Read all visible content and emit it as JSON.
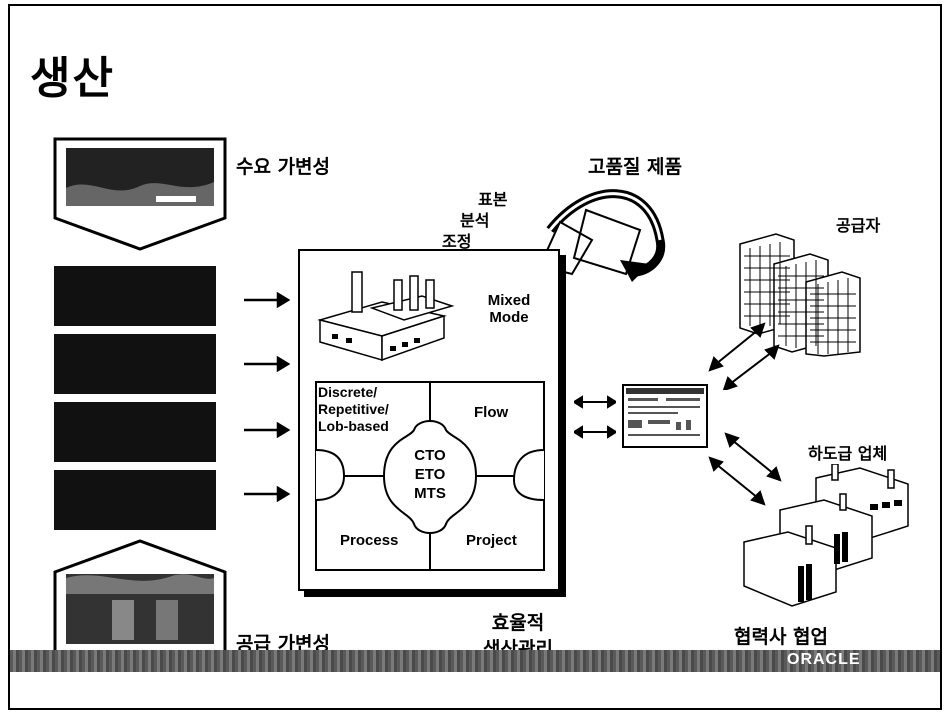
{
  "title": "생산",
  "labels": {
    "demand_variability": "수요 가변성",
    "supply_variability": "공급 가변성",
    "high_quality_product": "고품질 제품",
    "standard": "표본",
    "analysis": "분석",
    "adjust": "조정",
    "supplier": "공급자",
    "subcontractor": "하도급 업체",
    "partner_collab": "협력사 협업",
    "efficient_line1": "효율적",
    "efficient_line2": "생산관리"
  },
  "main_box": {
    "mixed_mode_line1": "Mixed",
    "mixed_mode_line2": "Mode",
    "discrete_line1": "Discrete/",
    "discrete_line2": "Repetitive/",
    "discrete_line3": "Lob-based",
    "flow": "Flow",
    "center_line1": "CTO",
    "center_line2": "ETO",
    "center_line3": "MTS",
    "process": "Process",
    "project": "Project"
  },
  "footer": {
    "logo_text": "ORACLE"
  }
}
